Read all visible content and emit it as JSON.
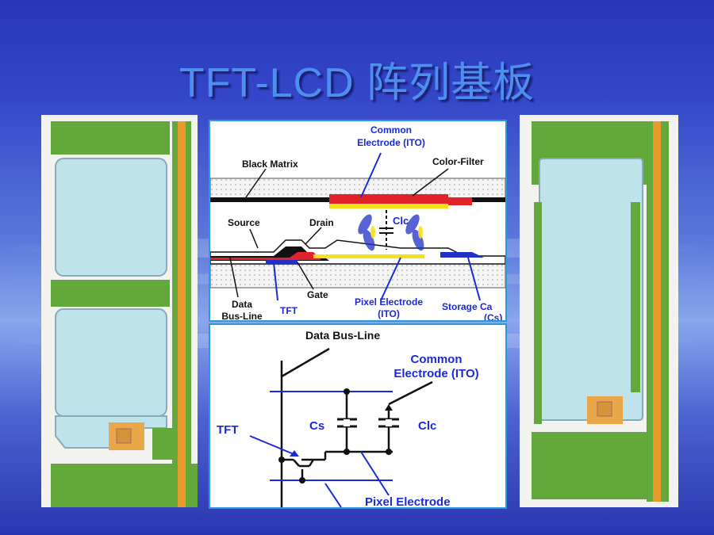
{
  "title": "TFT-LCD 阵列基板",
  "cross_section": {
    "common_electrode": [
      "Common",
      "Electrode (ITO)"
    ],
    "black_matrix": "Black Matrix",
    "color_filter": "Color-Filter",
    "clc": "Clc",
    "source": "Source",
    "drain": "Drain",
    "gate": "Gate",
    "data_bus_line": [
      "Data",
      "Bus-Line"
    ],
    "tft": "TFT",
    "pixel_electrode": [
      "Pixel Electrode",
      "(ITO)"
    ],
    "storage_cap": [
      "Storage Ca",
      "(Cs)"
    ]
  },
  "circuit": {
    "data_bus_line": "Data Bus-Line",
    "common_electrode": [
      "Common",
      "Electrode (ITO)"
    ],
    "tft": "TFT",
    "cs": "Cs",
    "clc": "Clc",
    "pixel_electrode": "Pixel Electrode"
  },
  "colors": {
    "background": "#3446c8",
    "title": "#4d8ef0",
    "panel_border": "#2b9ad6",
    "pixel_fill": "#bfe3ea",
    "bus_green": "#63a83a",
    "orange_line": "#e89a2a"
  }
}
